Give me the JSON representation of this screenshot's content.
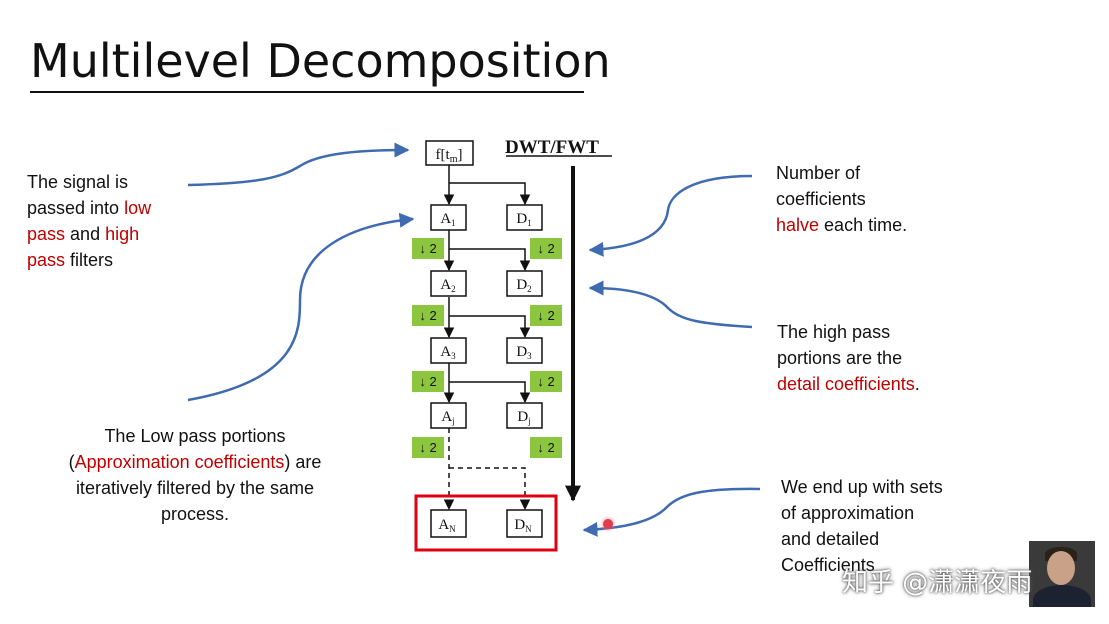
{
  "title": "Multilevel Decomposition",
  "dwt_label": "DWT/FWT",
  "input_label": "f[t",
  "input_sub": "m",
  "input_close": "]",
  "downsample_label": "↓ 2",
  "nodes": {
    "a1": {
      "base": "A",
      "sub": "1"
    },
    "d1": {
      "base": "D",
      "sub": "1"
    },
    "a2": {
      "base": "A",
      "sub": "2"
    },
    "d2": {
      "base": "D",
      "sub": "2"
    },
    "a3": {
      "base": "A",
      "sub": "3"
    },
    "d3": {
      "base": "D",
      "sub": "3"
    },
    "aj": {
      "base": "A",
      "sub": "j"
    },
    "dj": {
      "base": "D",
      "sub": "j"
    },
    "an": {
      "base": "A",
      "sub": "N"
    },
    "dn": {
      "base": "D",
      "sub": "N"
    }
  },
  "notes": {
    "signal": {
      "p1": "The signal is",
      "p2": "passed into",
      "r1": "low",
      "r2": "pass",
      "p3": "and",
      "r3": "high",
      "r4": "pass",
      "p4": "filters"
    },
    "approx": {
      "p1": "The Low pass portions",
      "open": "(",
      "r1": "Approximation coefficients",
      "p2": ") are",
      "p3": "iteratively filtered by the same",
      "p4": "process."
    },
    "halve": {
      "p1": "Number of",
      "p2": "coefficients",
      "r1": "halve",
      "p3": "each time."
    },
    "highpass": {
      "p1": "The high pass",
      "p2": "portions are the",
      "r1": "detail coefficients",
      "p3": "."
    },
    "end": {
      "p1": "We end up with sets",
      "p2": "of approximation",
      "p3": "and detailed",
      "p4": "Coefficients"
    }
  },
  "watermark": "知乎 @潇潇夜雨",
  "colors": {
    "accent_red": "#c00000",
    "box_red": "#e0000f",
    "downsample_green": "#8cc63f",
    "arrow_blue": "#3f6bb0"
  }
}
